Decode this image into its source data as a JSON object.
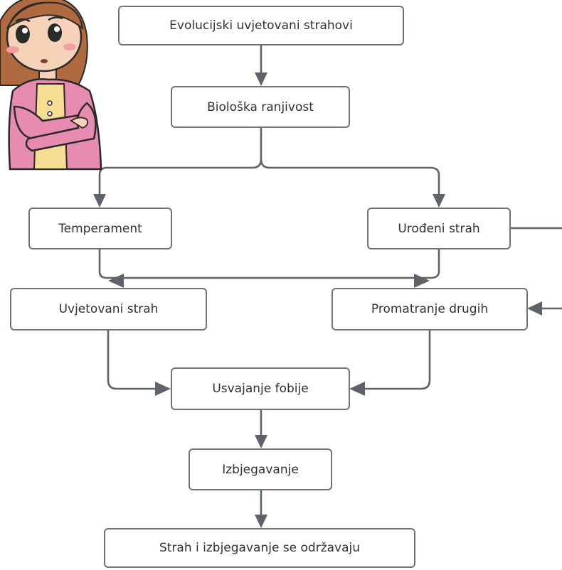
{
  "nodes": {
    "evolucijski": "Evolucijski uvjetovani strahovi",
    "bioloska": "Biološka ranjivost",
    "temperament": "Temperament",
    "urodeni": "Urođeni strah",
    "uvjetovani": "Uvjetovani strah",
    "promatranje": "Promatranje drugih",
    "usvajanje": "Usvajanje fobije",
    "izbjegavanje": "Izbjegavanje",
    "odrzavanje": "Strah i izbjegavanje se održavaju"
  },
  "colors": {
    "box_border": "#6d7479",
    "connector": "#5d6368",
    "text": "#2e3236",
    "cardigan": "#e88bb1",
    "hair": "#b06a3f"
  },
  "icons": [
    "worried-girl-illustration"
  ]
}
